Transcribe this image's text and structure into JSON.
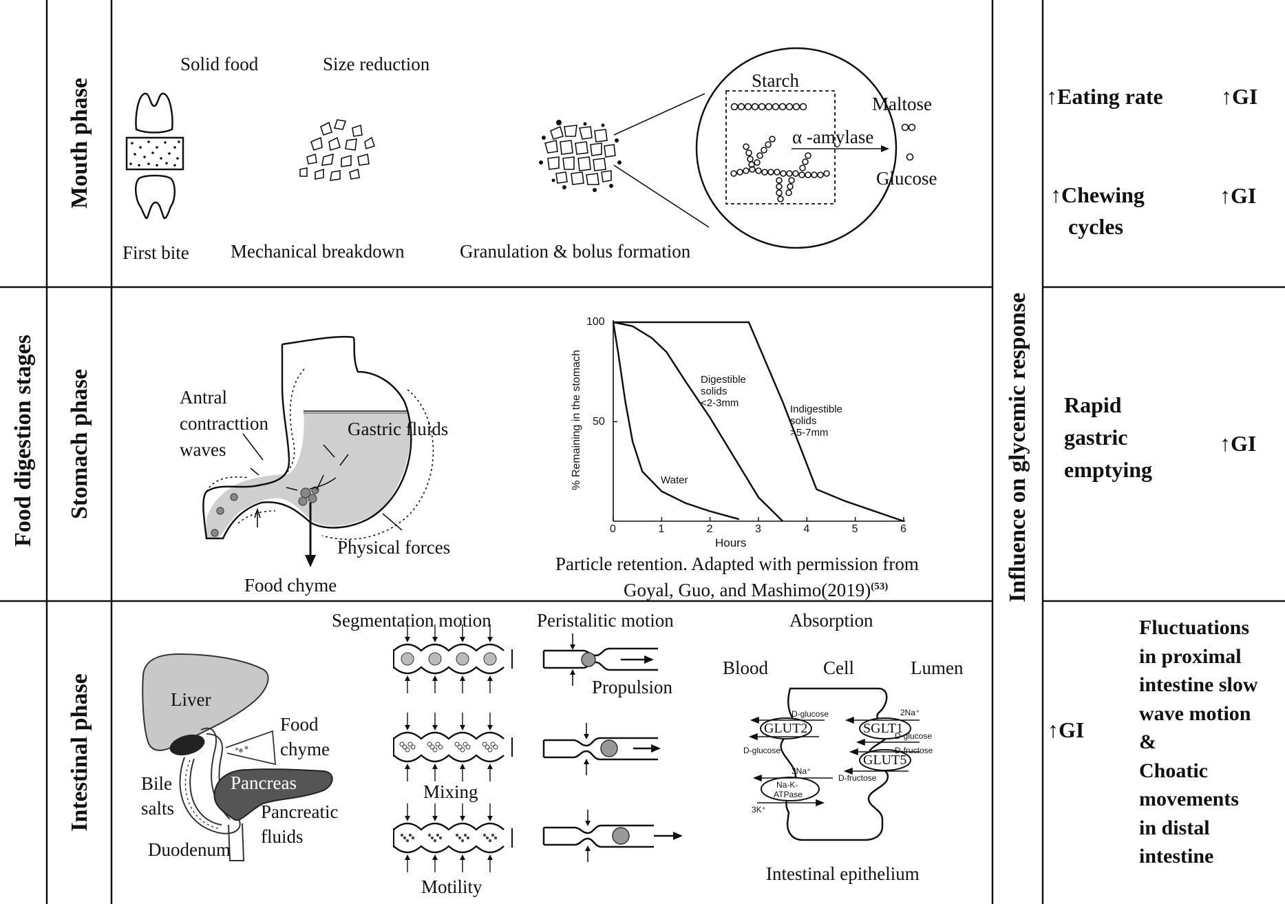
{
  "left_title": "Food digestion stages",
  "right_title": "Influence on glycemic response",
  "phases": {
    "mouth": "Mouth phase",
    "stomach": "Stomach phase",
    "intestinal": "Intestinal phase"
  },
  "mouth": {
    "solid_food": "Solid food",
    "size_reduction": "Size reduction",
    "first_bite": "First bite",
    "mechanical_breakdown": "Mechanical breakdown",
    "granulation": "Granulation & bolus formation",
    "starch": "Starch",
    "maltose": "Maltose",
    "amylase": "α -amylase",
    "glucose": "Glucose"
  },
  "stomach": {
    "antral_1": "Antral",
    "antral_2": "contracttion",
    "antral_3": "waves",
    "gastric_fluids": "Gastric fluids",
    "physical_forces": "Physical forces",
    "food_chyme": "Food chyme",
    "caption_1": "Particle retention. Adapted with permission from",
    "caption_2": "Goyal, Guo, and Mashimo(2019)",
    "caption_ref": "(53)"
  },
  "chart_data": {
    "type": "line",
    "title": "",
    "xlabel": "Hours",
    "ylabel": "% Remaining in the stomach",
    "xlim": [
      0,
      6
    ],
    "ylim": [
      0,
      100
    ],
    "x_ticks": [
      "0",
      "1",
      "2",
      "3",
      "4",
      "5",
      "6"
    ],
    "y_ticks": [
      "100",
      "50"
    ],
    "grid": false,
    "series": [
      {
        "name": "Water",
        "points": [
          [
            0,
            100
          ],
          [
            0.1,
            85
          ],
          [
            0.25,
            60
          ],
          [
            0.4,
            40
          ],
          [
            0.6,
            25
          ],
          [
            1,
            15
          ],
          [
            1.5,
            9
          ],
          [
            2,
            5
          ],
          [
            2.6,
            1
          ]
        ]
      },
      {
        "name": "Digestible solids <2-3mm",
        "points": [
          [
            0,
            100
          ],
          [
            0.4,
            98
          ],
          [
            0.8,
            92
          ],
          [
            1.1,
            85
          ],
          [
            1.5,
            70
          ],
          [
            2,
            52
          ],
          [
            2.5,
            32
          ],
          [
            3,
            12
          ],
          [
            3.5,
            0
          ]
        ]
      },
      {
        "name": "Indigestible solids >5-7mm",
        "points": [
          [
            0,
            100
          ],
          [
            2.8,
            100
          ],
          [
            3.5,
            60
          ],
          [
            4.2,
            16
          ],
          [
            4.8,
            10
          ],
          [
            5.4,
            5
          ],
          [
            6,
            0
          ]
        ]
      }
    ],
    "annotations": {
      "water": "Water",
      "digestible_1": "Digestible",
      "digestible_2": "solids",
      "digestible_3": "<2-3mm",
      "indigestible_1": "Indigestible",
      "indigestible_2": "solids",
      "indigestible_3": ">5-7mm"
    }
  },
  "intestinal": {
    "segmentation_motion": "Segmentation motion",
    "peristaltic_motion": "Peristalitic motion",
    "absorption": "Absorption",
    "propulsion": "Propulsion",
    "mixing": "Mixing",
    "motility": "Motility",
    "liver": "Liver",
    "food_chyme_1": "Food",
    "food_chyme_2": "chyme",
    "bile_1": "Bile",
    "bile_2": "salts",
    "pancreas": "Pancreas",
    "pancreatic_1": "Pancreatic",
    "pancreatic_2": "fluids",
    "duodenum": "Duodenum",
    "blood": "Blood",
    "cell": "Cell",
    "lumen": "Lumen",
    "glut2": "GLUT2",
    "sglt1": "SGLT1",
    "glut5": "GLUT5",
    "na_k_atpase_1": "Na-K-",
    "na_k_atpase_2": "ATPase",
    "d_glucose": "D-glucose",
    "d_fructose": "D-fructose",
    "two_na": "2Na⁺",
    "three_na": "3Na⁺",
    "three_k": "3K⁺",
    "epithelium": "Intestinal epithelium"
  },
  "influence": {
    "eating_rate": "↑Eating rate",
    "gi": "↑GI",
    "chewing_1": "↑Chewing",
    "chewing_2": "cycles",
    "rapid_1": "Rapid",
    "rapid_2": "gastric",
    "rapid_3": "emptying",
    "intestinal_lines": [
      "Fluctuations",
      "in proximal",
      "intestine slow",
      "wave motion",
      "&",
      "Choatic",
      "movements",
      "in distal",
      "intestine"
    ]
  }
}
